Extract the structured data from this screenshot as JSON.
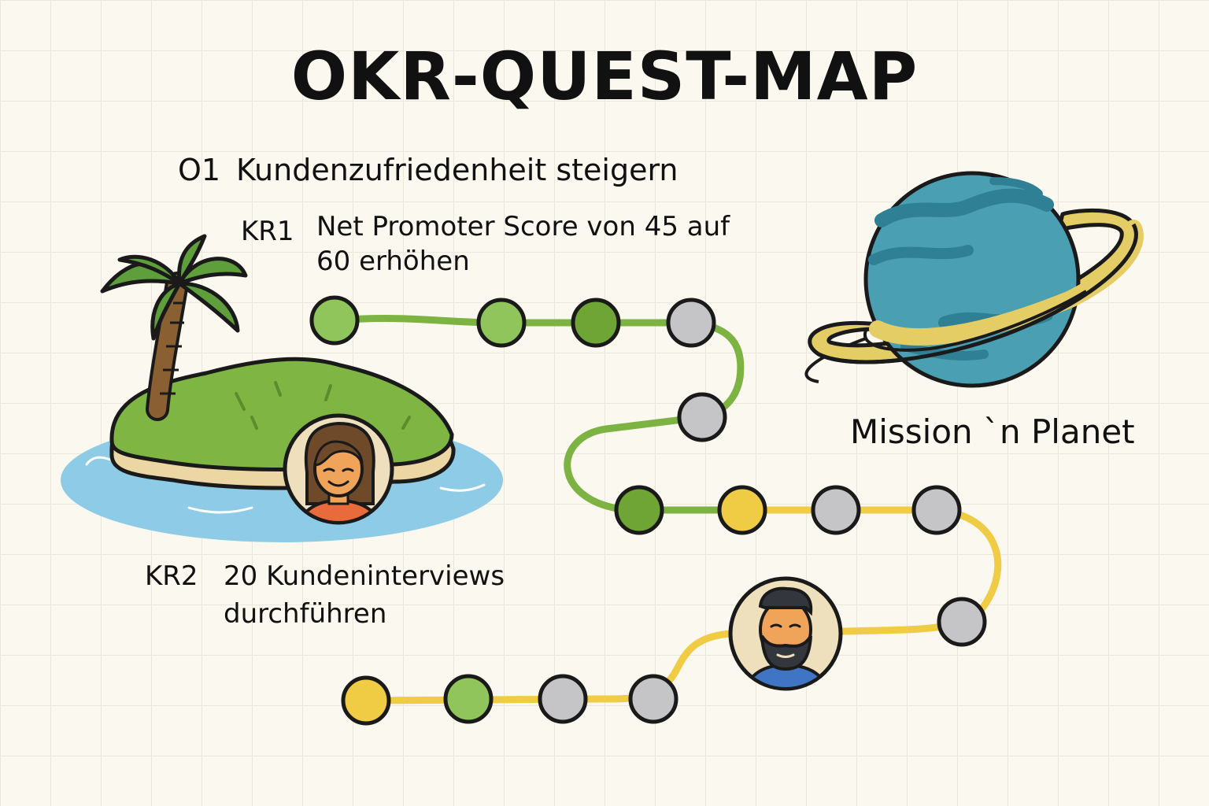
{
  "header": {
    "title": "OKR-QUEST-MAP"
  },
  "objective": {
    "code": "O1",
    "text": "Kundenzufriedenheit steigern"
  },
  "key_results": [
    {
      "code": "KR1",
      "text": "Net Promoter Score von 45 auf 60 erhöhen"
    },
    {
      "code": "KR2",
      "text": "20 Kundeninterviews durchführen"
    }
  ],
  "destination": {
    "label": "Mission `n Planet",
    "icon": "ringed-planet-icon"
  },
  "start": {
    "icon": "palm-island-icon"
  },
  "avatars": [
    {
      "name": "woman-avatar-icon"
    },
    {
      "name": "bearded-man-avatar-icon"
    }
  ],
  "colors": {
    "done_dark": "#6fa534",
    "done_light": "#8fc55a",
    "in_progress": "#f0cb44",
    "open": "#c5c5c8",
    "path_green": "#7db342",
    "path_yellow": "#f0cb44",
    "planet": "#4a9fb2",
    "ring": "#e5cd66"
  },
  "milestones": [
    {
      "status": "done"
    },
    {
      "status": "done"
    },
    {
      "status": "done"
    },
    {
      "status": "open"
    },
    {
      "status": "open"
    },
    {
      "status": "done"
    },
    {
      "status": "in_progress"
    },
    {
      "status": "open"
    },
    {
      "status": "open"
    },
    {
      "status": "open"
    },
    {
      "status": "open"
    },
    {
      "status": "open"
    },
    {
      "status": "done"
    },
    {
      "status": "in_progress"
    }
  ]
}
